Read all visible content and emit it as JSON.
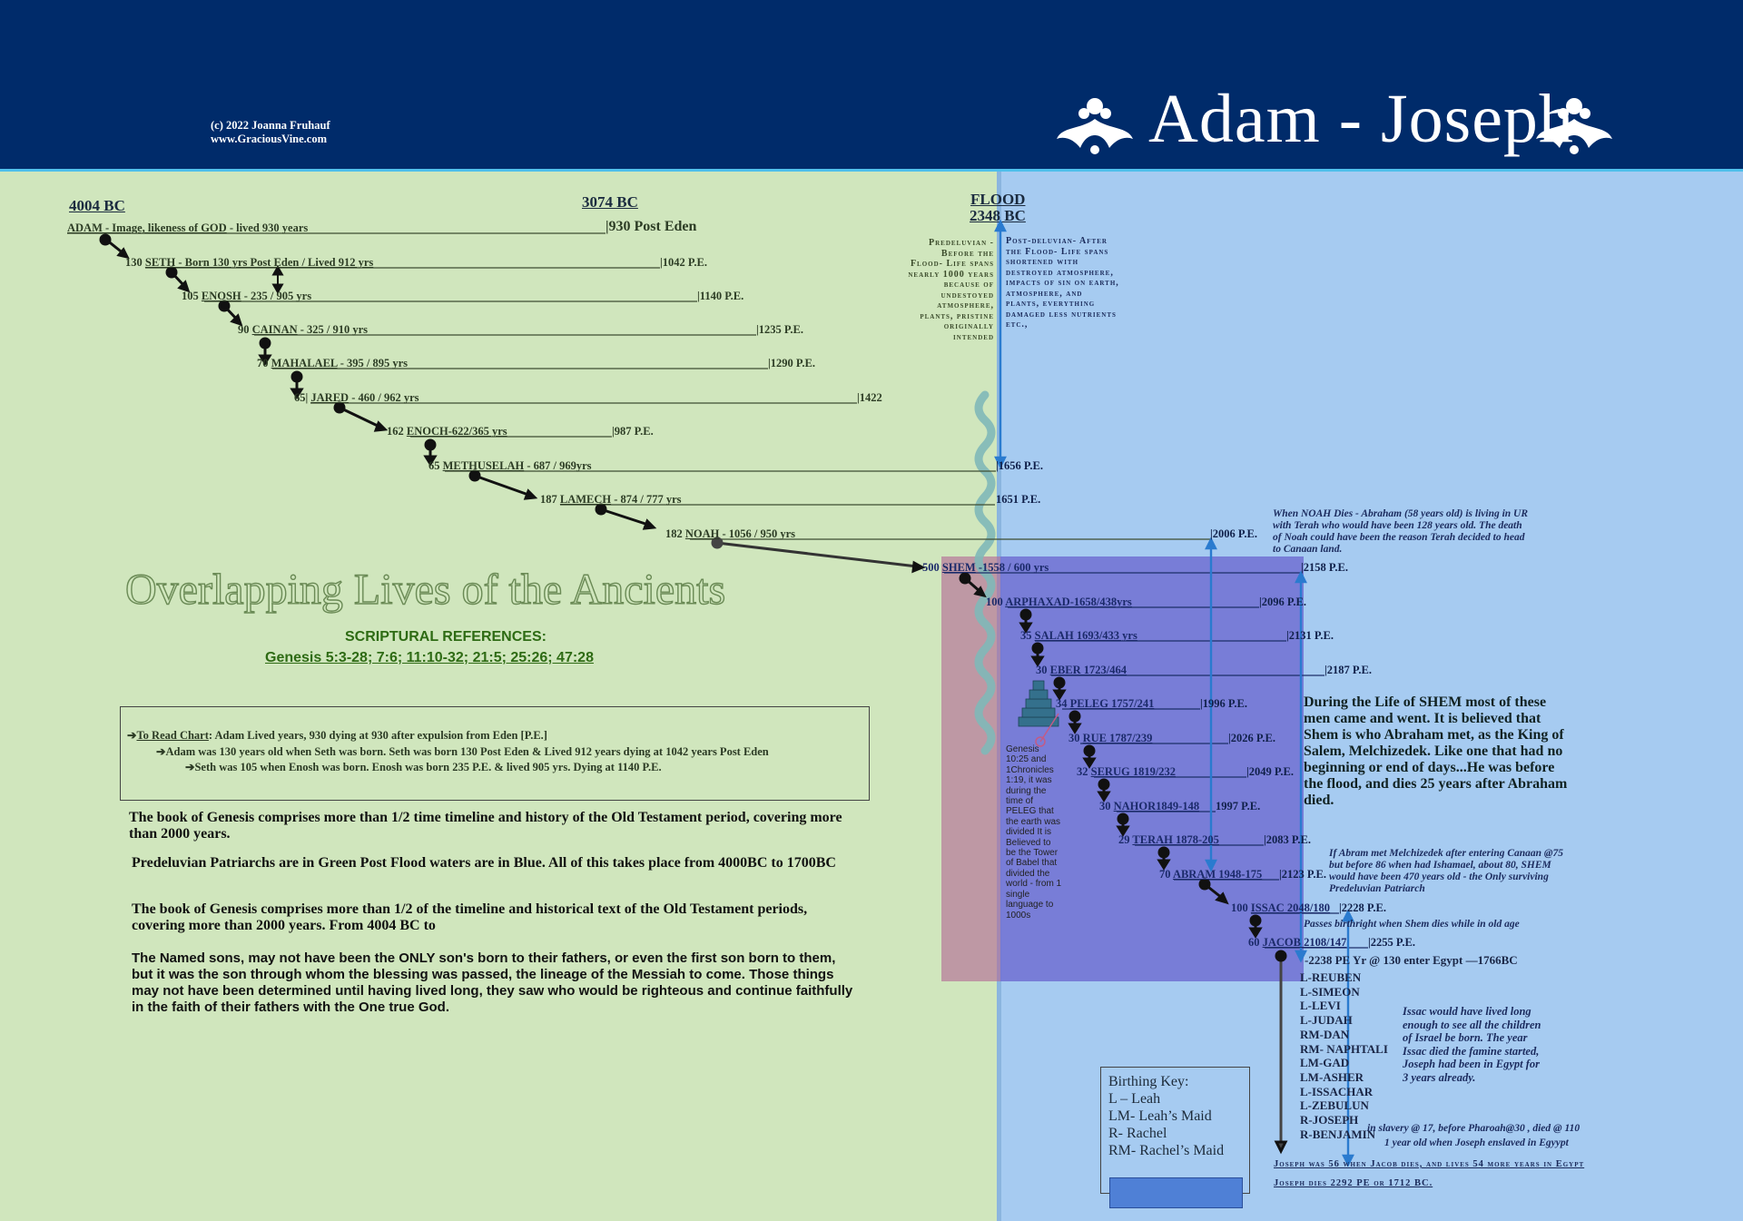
{
  "header": {
    "copyright": "(c) 2022 Joanna Fruhauf",
    "website": "www.GraciousVine.com",
    "title": "Adam - Joseph"
  },
  "colors": {
    "header": "#002b6a",
    "green_panel": "#d0e6bd",
    "blue_panel": "#a6cbf1",
    "overlay": "#7070d2"
  },
  "eras": {
    "start": "4004 BC",
    "mid": "3074 BC",
    "flood": "FLOOD",
    "flood_year": "2348 BC"
  },
  "predeluvian_note": "Predeluvian - Before the Flood- Life spans nearly 1000 years because of undestoyed atmosphere, plants, pristine originally intended",
  "postdeluvian_note": "Post-deluvian- After the Flood- Life spans shortened with destroyed atmosphere, impacts of sin on earth, atmosphere, and plants, everything damaged less nutrients etc.,",
  "patriarchs": [
    {
      "age": "",
      "name": "ADAM - Image, likeness of GOD",
      "details": " - lived 930 years",
      "end": "|930 Post Eden"
    },
    {
      "age": "130",
      "name": "SETH - Born 130 yrs Post Eden / Lived 912 yrs",
      "details": "",
      "end": "|1042 P.E."
    },
    {
      "age": "105",
      "name": "ENOSH",
      "details": " - 235 / 905 yrs",
      "end": "|1140 P.E."
    },
    {
      "age": "90",
      "name": "CAINAN",
      "details": " - 325 / 910 yrs",
      "end": "|1235 P.E."
    },
    {
      "age": "70",
      "name": "MAHALAEL",
      "details": " - 395 / 895 yrs",
      "end": "|1290 P.E."
    },
    {
      "age": "65|",
      "name": "JARED",
      "details": " - 460 / 962 yrs",
      "end": "|1422"
    },
    {
      "age": "162",
      "name": "ENOCH-622/365 yrs",
      "details": "",
      "end": "|987 P.E."
    },
    {
      "age": "65",
      "name": "METHUSELAH",
      "details": " - 687 / 969yrs",
      "end": "|1656 P.E."
    },
    {
      "age": "187",
      "name": "LAMECH",
      "details": " - 874 / 777 yrs",
      "end": "1651 P.E."
    },
    {
      "age": "182",
      "name": "NOAH",
      "details": " - 1056 / 950 yrs",
      "end": "|2006 P.E."
    },
    {
      "age": "500",
      "name": "SHEM",
      "details": " -1558 / 600 yrs",
      "end": "|2158 P.E."
    },
    {
      "age": "100",
      "name": "ARPHAXAD-1658/438yrs",
      "details": "",
      "end": "|2096 P.E."
    },
    {
      "age": "35",
      "name": "SALAH 1693/433 yrs",
      "details": "",
      "end": "|2131 P.E."
    },
    {
      "age": "30",
      "name": "EBER 1723/464",
      "details": "",
      "end": "|2187 P.E."
    },
    {
      "age": "34",
      "name": "PELEG 1757/241",
      "details": "",
      "end": "|1996 P.E."
    },
    {
      "age": "30",
      "name": "RUE 1787/239",
      "details": "",
      "end": "|2026 P.E."
    },
    {
      "age": "32",
      "name": "SERUG 1819/232",
      "details": "",
      "end": "|2049 P.E."
    },
    {
      "age": "30",
      "name": "NAHOR1849-148",
      "details": "",
      "end": "1997 P.E."
    },
    {
      "age": "29",
      "name": "TERAH 1878-205",
      "details": "",
      "end": "|2083 P.E."
    },
    {
      "age": "70",
      "name": "ABRAM 1948-175",
      "details": "",
      "end": "|2123 P.E."
    },
    {
      "age": "100",
      "name": "ISSAC 2048/180",
      "details": "",
      "end": "|2228 P.E."
    },
    {
      "age": "60",
      "name": "JACOB 2108/147",
      "details": "",
      "end": "|2255 P.E."
    }
  ],
  "main_title": "Overlapping Lives of the Ancients",
  "references_heading": "SCRIPTURAL REFERENCES:",
  "references": "Genesis 5:3-28; 7:6; 11:10-32; 21:5; 25:26; 47:28",
  "read_chart": {
    "line1_label": "To Read Chart",
    "line1": ": Adam Lived years, 930 dying at 930 after expulsion from Eden [P.E.]",
    "line2": "Adam was 130 years old when Seth was born. Seth was born 130 Post Eden & Lived 912 years dying at 1042 years Post Eden",
    "line3": "Seth was 105 when Enosh was born. Enosh was born 235 P.E. & lived 905 yrs. Dying at 1140 P.E."
  },
  "paragraphs": {
    "p1": "The book of Genesis comprises more than 1/2 time timeline and history of the Old Testament period, covering more than 2000 years.",
    "p2": "Predeluvian Patriarchs are in Green Post Flood waters are in Blue.  All of this takes place from 4000BC to 1700BC",
    "p3": "The book of Genesis comprises more than 1/2 of the timeline and historical text of the Old Testament periods, covering more than 2000 years.  From 4004 BC to",
    "p4": "The Named sons, may not have been the ONLY son's born to their fathers, or even the first son born to them, but it was the son through whom the blessing was passed, the lineage of the Messiah to come. Those things may not have been determined until having lived long, they saw who would be righteous and continue faithfully in the faith of their fathers with the One true God."
  },
  "noah_note": "When NOAH Dies - Abraham (58 years old) is living in UR with Terah who would have been 128 years old. The death of Noah could have been the reason Terah decided to head to Canaan land.",
  "shem_note": "During the Life of SHEM most of these men came and went. It is believed that Shem is who Abraham met, as the King of Salem, Melchizedek. Like one that had no beginning or end of days...He was before the flood, and dies 25 years after Abraham died.",
  "abram_note": "If Abram met Melchizedek after entering Canaan @75 but before 86 when had Ishamael, about 80, SHEM would have been 470 years old - the Only surviving Predeluvian Patriarch",
  "issac_note": "Passes birthright when Shem dies while in old age",
  "babel_note": "Genesis 10:25 and 1Chronicles 1:19, it was during the time of PELEG that the earth was divided It is Believed to be the Tower of Babel that divided the world - from 1 single language to 1000s",
  "egypt_line": "-2238 PE Yr @ 130 enter Egypt —1766BC",
  "sons": [
    "L-REUBEN",
    "L-SIMEON",
    "L-LEVI",
    "L-JUDAH",
    "RM-DAN",
    "RM- NAPHTALI",
    "LM-GAD",
    "LM-ASHER",
    "L-ISSACHAR",
    "L-ZEBULUN",
    "R-JOSEPH",
    "R-BENJAMIN"
  ],
  "joseph_note": "in slavery @ 17, before Pharoah@30 , died @ 110",
  "benjamin_note": "1 year old when Joseph enslaved in Egyypt",
  "issac_lived_note": "Issac would have lived long enough to see all the children of Israel be born.  The year Issac died the famine started, Joseph had been in Egypt for 3 years already.",
  "birth_key": {
    "title": "Birthing Key:",
    "items": [
      "L – Leah",
      "LM- Leah’s Maid",
      "R- Rachel",
      "RM- Rachel’s Maid"
    ]
  },
  "footer_notes": [
    "Joseph was 56 when Jacob dies, and lives 54 more years in Egypt",
    "Joseph dies 2292 PE or 1712 BC."
  ]
}
